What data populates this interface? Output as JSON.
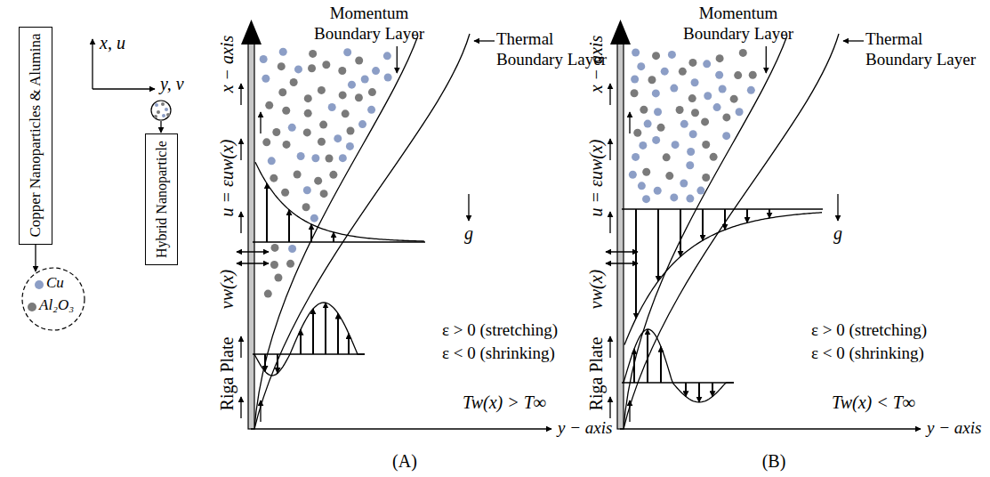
{
  "diagram": {
    "nodes": [
      {
        "text": [
          "Copper Nanoparticles & Alumina"
        ]
      },
      {
        "text": [
          "Cu",
          "Al₂O₃"
        ]
      },
      {
        "text": [
          "Hybrid Nanoparticle"
        ]
      }
    ],
    "edges": [
      {
        "from": 0,
        "to": 1,
        "arrow": "to"
      }
    ],
    "labels": [
      "x, u",
      "y, v",
      "Momentum Boundary Layer",
      "Thermal Boundary Layer",
      "x − axis",
      "u = εuw(x)",
      "vw(x)",
      "Riga Plate",
      "g",
      "ε > 0 (stretching)",
      "ε < 0 (shrinking)",
      "Tw(x) > T∞",
      "(A)",
      "y − axis",
      "Momentum Boundary Layer",
      "Thermal Boundary Layer",
      "x − axis",
      "u = εuw(x)",
      "vw(x)",
      "Riga Plate",
      "g",
      "ε > 0 (stretching)",
      "ε < 0 (shrinking)",
      "Tw(x) < T∞",
      "(B)",
      "y − axis"
    ]
  }
}
